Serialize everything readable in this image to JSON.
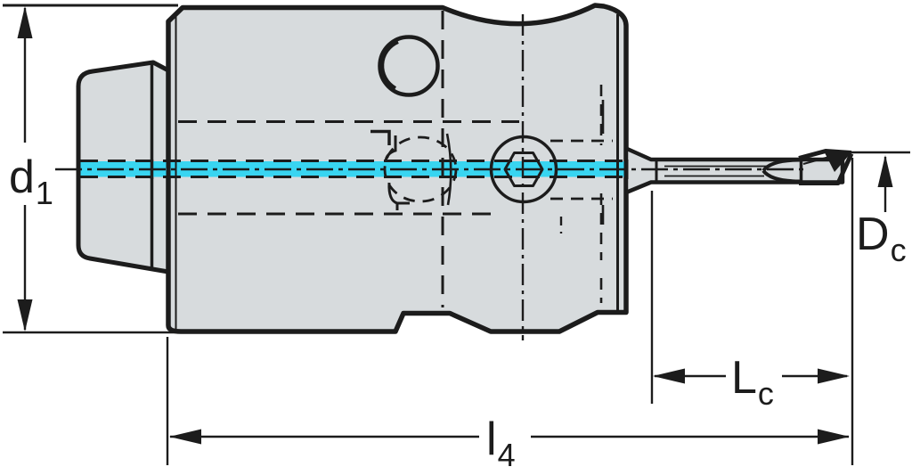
{
  "drawing_labels": {
    "d1": {
      "base": "d",
      "sub": "1"
    },
    "l4": {
      "base": "l",
      "sub": "4"
    },
    "Lc": {
      "base": "L",
      "sub": "c"
    },
    "Dc": {
      "base": "D",
      "sub": "c"
    }
  },
  "colors": {
    "outline": "#1c1c1c",
    "body_fill": "#d7dbdd",
    "coolant_highlight": "#38d5f1",
    "background": "#ffffff"
  }
}
